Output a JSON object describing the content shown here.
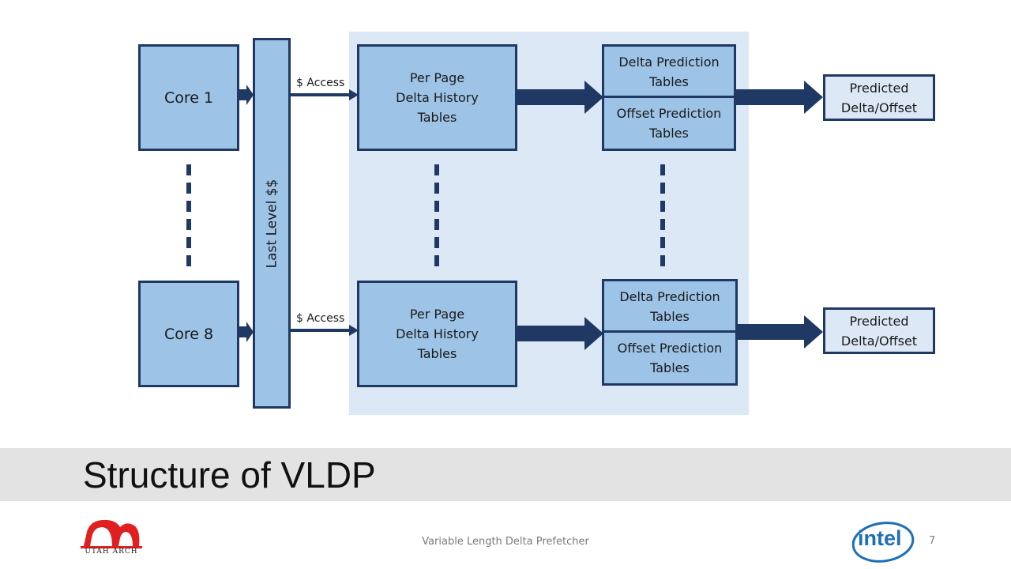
{
  "diagram": {
    "cores": {
      "first": "Core 1",
      "last": "Core 8"
    },
    "llc_label": "Last Level $$",
    "access_label": "$ Access",
    "history_tables": [
      "Per Page",
      "Delta History",
      "Tables"
    ],
    "delta_prediction": [
      "Delta Prediction",
      "Tables"
    ],
    "offset_prediction": [
      "Offset Prediction",
      "Tables"
    ],
    "output": [
      "Predicted",
      "Delta/Offset"
    ]
  },
  "slide": {
    "title": "Structure of VLDP",
    "footer": "Variable Length Delta Prefetcher",
    "page_number": "7",
    "logos": {
      "left_text": "UTAH ARCH",
      "right_text": "intel"
    }
  },
  "colors": {
    "box_fill": "#9dc3e6",
    "border": "#1f3864",
    "panel": "#dce8f5",
    "logo_red": "#e02020",
    "logo_blue": "#1e6fb7"
  }
}
